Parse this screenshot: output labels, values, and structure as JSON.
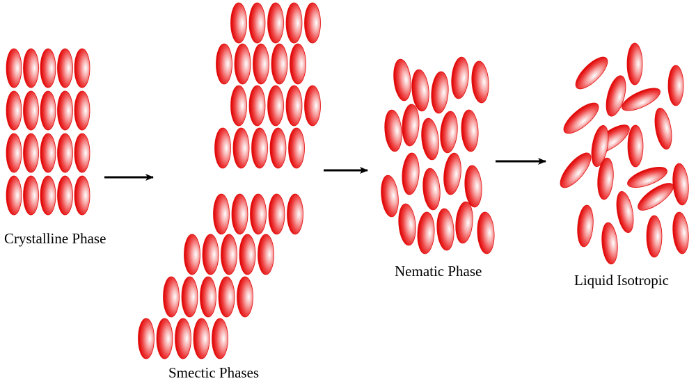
{
  "colors": {
    "molecule_light": "#ffffff",
    "molecule_mid": "#f36a6a",
    "molecule_dark": "#e30c0c",
    "arrow": "#000000",
    "text": "#000000"
  },
  "phases": [
    {
      "id": "crystalline",
      "label": "Crystalline Phase"
    },
    {
      "id": "smectic",
      "label": "Smectic Phases"
    },
    {
      "id": "nematic",
      "label": "Nematic Phase"
    },
    {
      "id": "liquid",
      "label": "Liquid Isotropic"
    }
  ]
}
